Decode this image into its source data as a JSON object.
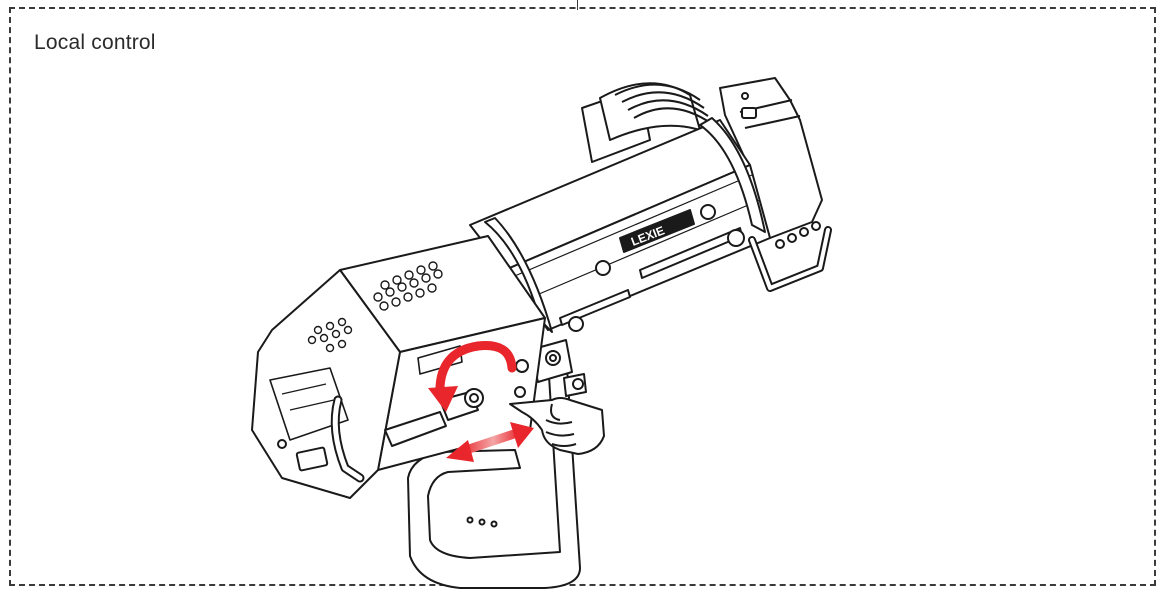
{
  "diagram": {
    "title": "Local control",
    "brand_label": "LEXIE",
    "icons": [
      "followspot-fixture",
      "rotate-arrow",
      "push-pull-arrow",
      "pointing-hand"
    ],
    "colors": {
      "line": "#1a1a1a",
      "arrow": "#e8262b",
      "frame": "#3a3a3a"
    }
  }
}
